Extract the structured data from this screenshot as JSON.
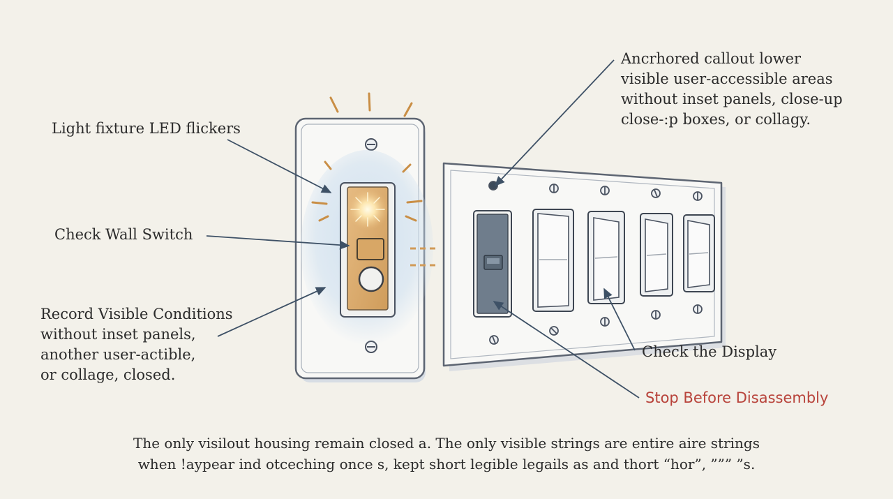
{
  "labels": {
    "led_flicker": "Light fixture LED flickers",
    "check_wall_switch": "Check Wall Switch",
    "record_conditions": [
      "Record Visible Conditions",
      "without inset panels,",
      "another user-actible,",
      "or collage, closed."
    ],
    "anchored_callout": [
      "Ancrhored callout lower",
      "visible user-accessible areas",
      "without inset panels, close-up",
      "close-:p boxes, or collagy."
    ],
    "check_display": "Check the Display",
    "stop_disassembly": "Stop Before Disassembly"
  },
  "caption": [
    "The only visilout housing remain closed a. The only visible strings are entire aire strings",
    "when !aypear ind otceching once s, kept short legible legails as and thort “hor”, ””” ”s."
  ],
  "colors": {
    "background": "#f3f1ea",
    "plate": "#f7f7f5",
    "outline": "#5d6572",
    "glow": "#c9dbea",
    "switch_gold": "#d9a96a",
    "dark_switch": "#6f7d8c",
    "stop_text": "#b8433b",
    "text": "#2b2b2b"
  }
}
